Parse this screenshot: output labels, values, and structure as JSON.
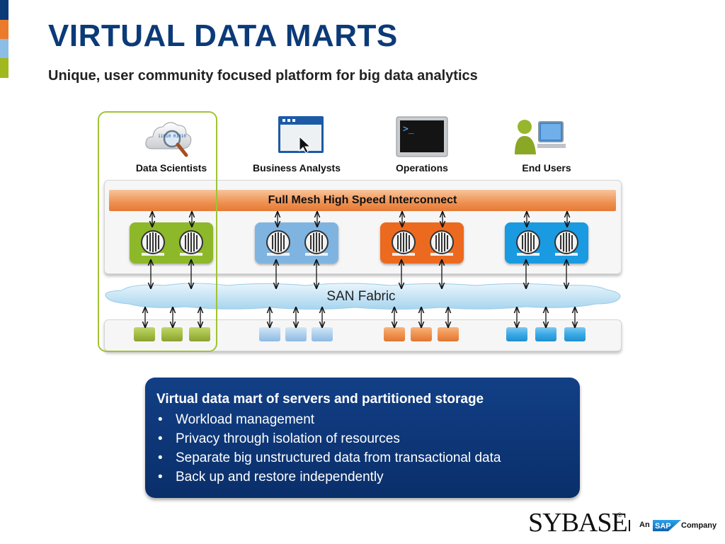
{
  "title": "VIRTUAL DATA MARTS",
  "subtitle": "Unique, user community focused platform for big data analytics",
  "personas": [
    {
      "label": "Data Scientists",
      "icon": "cloud-magnifier-icon",
      "binary_text": "11010 01010"
    },
    {
      "label": "Business Analysts",
      "icon": "application-window-cursor-icon"
    },
    {
      "label": "Operations",
      "icon": "terminal-console-icon",
      "prompt": ">_"
    },
    {
      "label": "End Users",
      "icon": "user-at-computer-icon"
    }
  ],
  "interconnect_label": "Full Mesh High Speed Interconnect",
  "san_label": "SAN Fabric",
  "groups": [
    {
      "color": "#8db82a",
      "disk_color": "#a5bf46"
    },
    {
      "color": "#7fb4e0",
      "disk_color": "#aed0ee"
    },
    {
      "color": "#ec6a1f",
      "disk_color": "#ef9350"
    },
    {
      "color": "#1a9ae0",
      "disk_color": "#3aa9e6"
    }
  ],
  "callout": {
    "title": "Virtual data mart of servers and partitioned storage",
    "bullets": [
      "Workload management",
      "Privacy through isolation of resources",
      "Separate big unstructured data from transactional data",
      "Back up and restore independently"
    ]
  },
  "logo": {
    "brand": "SYBASE",
    "registered": "®",
    "an": "An",
    "sap": "SAP",
    "company": "Company"
  },
  "accent_colors": [
    "#0b3a78",
    "#ec7a2b",
    "#8cbde6",
    "#a2b81f"
  ],
  "highlight_color": "#a0c334"
}
